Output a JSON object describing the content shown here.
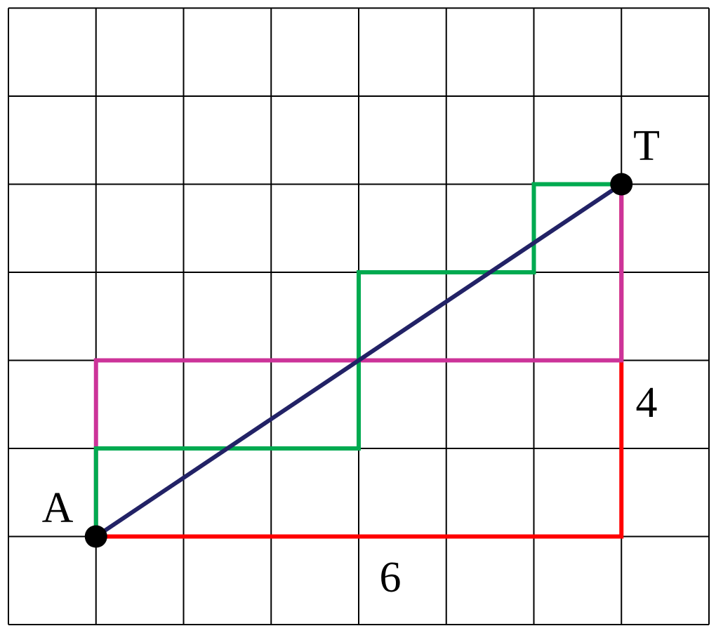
{
  "grid": {
    "columns": 8,
    "rows": 7,
    "line_color": "#000000"
  },
  "points": [
    {
      "id": "A",
      "label": "A",
      "cell": [
        1,
        1
      ]
    },
    {
      "id": "T",
      "label": "T",
      "cell": [
        7,
        5
      ]
    }
  ],
  "paths": [
    {
      "name": "red-path",
      "color": "#ff0000",
      "cells": [
        [
          1,
          1
        ],
        [
          7,
          1
        ],
        [
          7,
          5
        ]
      ]
    },
    {
      "name": "magenta-path",
      "color": "#cc3399",
      "cells": [
        [
          1,
          1
        ],
        [
          1,
          3
        ],
        [
          7,
          3
        ],
        [
          7,
          5
        ]
      ]
    },
    {
      "name": "green-path",
      "color": "#00aa50",
      "cells": [
        [
          1,
          1
        ],
        [
          1,
          2
        ],
        [
          4,
          2
        ],
        [
          4,
          4
        ],
        [
          6,
          4
        ],
        [
          6,
          5
        ],
        [
          7,
          5
        ]
      ]
    },
    {
      "name": "diagonal-segment",
      "color": "#222266",
      "cells": [
        [
          1,
          1
        ],
        [
          7,
          5
        ]
      ]
    }
  ],
  "dimension_labels": {
    "horizontal": "6",
    "vertical": "4"
  }
}
